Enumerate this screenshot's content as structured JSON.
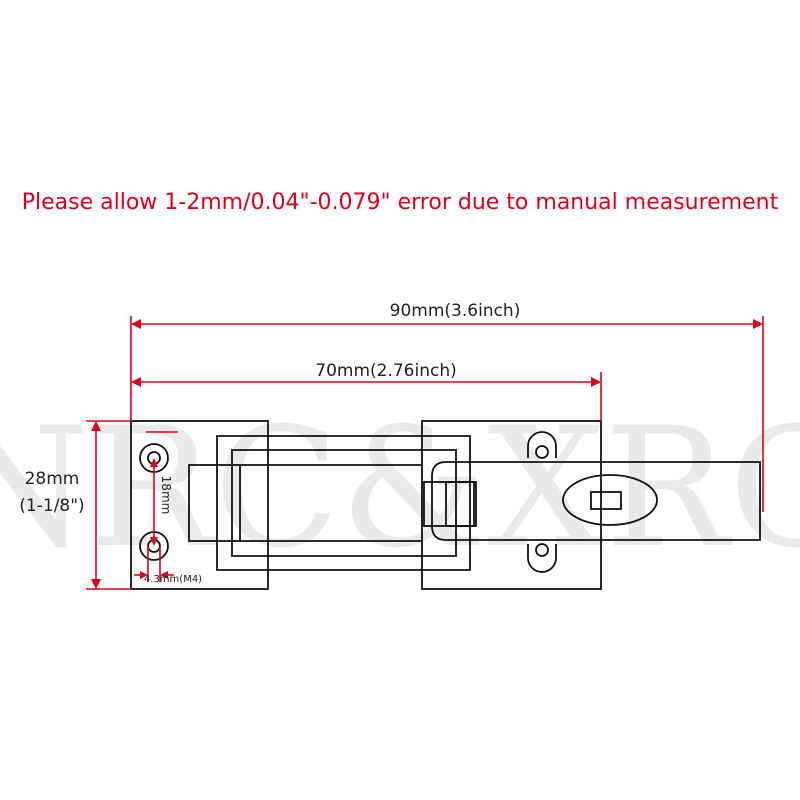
{
  "note": {
    "text": "Please allow 1-2mm/0.04\"-0.079\" error due to manual measurement",
    "color": "#e0001b"
  },
  "watermark": {
    "text": "NRC&XRC"
  },
  "dimensions": {
    "overall_length": "90mm(3.6inch)",
    "hole_span": "70mm(2.76inch)",
    "height_mm": "28mm",
    "height_in": "(1-1/8\")",
    "hole_spacing": "18mm",
    "hole_diameter": "4.3mm(M4)"
  },
  "colors": {
    "dimension_line": "#e0001b",
    "outline": "#111111"
  }
}
